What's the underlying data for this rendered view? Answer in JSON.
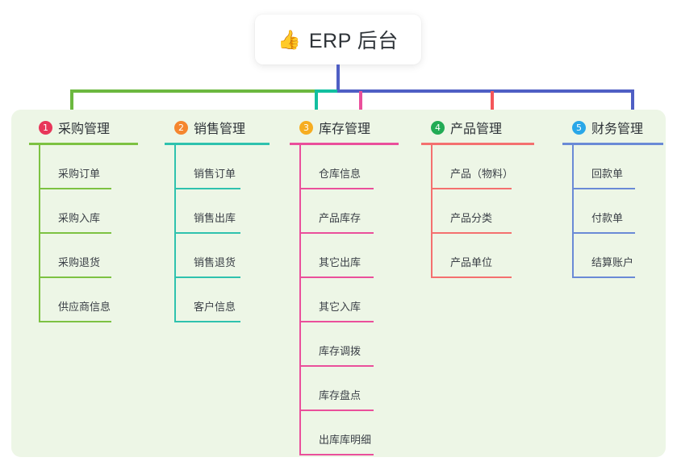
{
  "root": {
    "emoji": "👍",
    "emoji_name": "thumbs-up-icon",
    "title": "ERP 后台"
  },
  "theme": {
    "page_background": "#ffffff",
    "panel_background": "#edf6e6",
    "root_card_background": "#ffffff",
    "text_color": "#2e3338",
    "connector_green": "#6cb83f",
    "connector_teal": "#12bfa0",
    "connector_blue": "#4f5fc4",
    "connector_pink": "#ea4f9b",
    "connector_red": "#f4565a"
  },
  "columns": [
    {
      "number": "1",
      "title": "采购管理",
      "badge_color": "#e8365a",
      "line_color": "#7dc242",
      "items": [
        "采购订单",
        "采购入库",
        "采购退货",
        "供应商信息"
      ]
    },
    {
      "number": "2",
      "title": "销售管理",
      "badge_color": "#f5862e",
      "line_color": "#2fc2ae",
      "items": [
        "销售订单",
        "销售出库",
        "销售退货",
        "客户信息"
      ]
    },
    {
      "number": "3",
      "title": "库存管理",
      "badge_color": "#f6ad21",
      "line_color": "#ea4f9b",
      "items": [
        "仓库信息",
        "产品库存",
        "其它出库",
        "其它入库",
        "库存调拨",
        "库存盘点",
        "出库库明细"
      ]
    },
    {
      "number": "4",
      "title": "产品管理",
      "badge_color": "#22ab55",
      "line_color": "#f4706f",
      "items": [
        "产品（物料）",
        "产品分类",
        "产品单位"
      ]
    },
    {
      "number": "5",
      "title": "财务管理",
      "badge_color": "#29a7e8",
      "line_color": "#6a8ad6",
      "items": [
        "回款单",
        "付款单",
        "结算账户"
      ]
    }
  ]
}
